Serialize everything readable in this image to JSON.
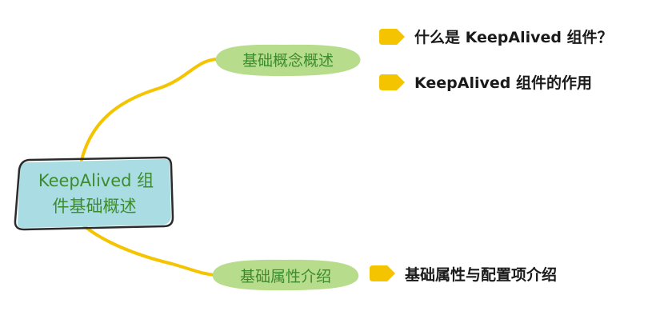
{
  "root": {
    "line1": "KeepAlived 组",
    "line2": "件基础概述"
  },
  "branches": [
    {
      "label": "基础概念概述",
      "leaves": [
        "什么是 KeepAlived 组件？",
        "KeepAlived 组件的作用"
      ]
    },
    {
      "label": "基础属性介绍",
      "leaves": [
        "基础属性与配置项介绍"
      ]
    }
  ],
  "colors": {
    "root_fill": "#a9dde3",
    "root_border": "#2b2b2b",
    "branch_fill": "#b6dc8c",
    "text_green": "#3d8b2f",
    "connector": "#f5c400",
    "bullet": "#f5c400",
    "leaf_text": "#1a1a1a"
  }
}
